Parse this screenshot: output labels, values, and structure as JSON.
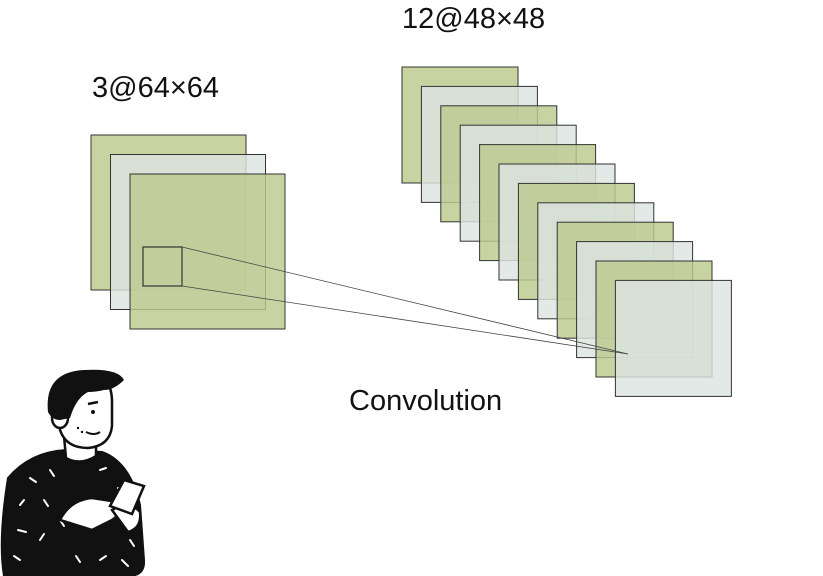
{
  "labels": {
    "input_shape": "3@64×64",
    "output_shape": "12@48×48",
    "operation": "Convolution"
  },
  "input_stack": {
    "count": 3
  },
  "output_stack": {
    "count": 12
  },
  "colors": {
    "green_layer": "#bcc98e",
    "blue_layer": "#dde4e2",
    "outline": "#333333",
    "kernel_line": "#444444",
    "person_sweater": "#111111",
    "person_skin": "#ffffff"
  },
  "icons": {
    "person": "person-holding-phone-illustration"
  }
}
